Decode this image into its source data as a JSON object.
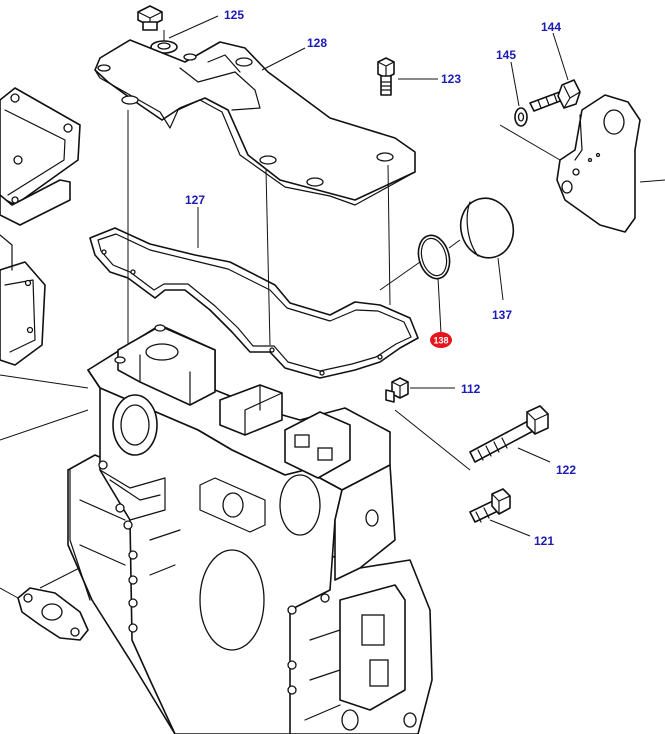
{
  "colors": {
    "line": "#111111",
    "callout_text": "#1a1ab4",
    "highlight": "#e8141b",
    "background": "#ffffff"
  },
  "callouts": {
    "c125": "125",
    "c128": "128",
    "c123": "123",
    "c144": "144",
    "c145": "145",
    "c127": "127",
    "c137": "137",
    "c138": "138",
    "c112": "112",
    "c122": "122",
    "c121": "121"
  },
  "highlighted_callout": "138"
}
